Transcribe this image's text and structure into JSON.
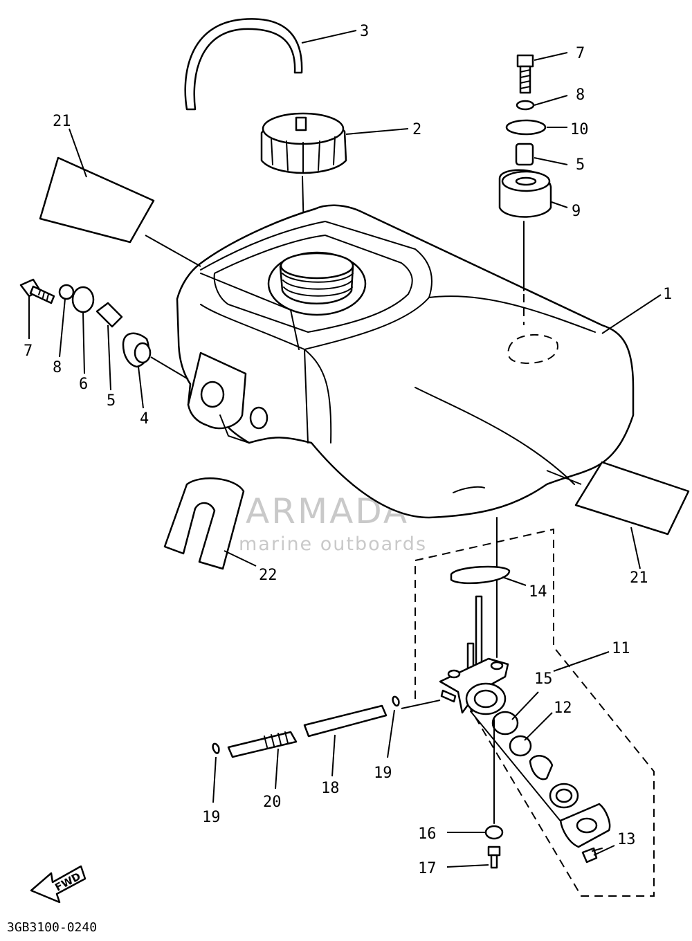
{
  "watermark": {
    "brand": "ARMADA",
    "tagline": "marine outboards",
    "logo_color": "#e7a6c4"
  },
  "direction_label": "FWD",
  "drawing_code": "3GB3100-0240",
  "callouts": {
    "c1": "1",
    "c2": "2",
    "c3": "3",
    "c4": "4",
    "c5a": "5",
    "c5b": "5",
    "c6": "6",
    "c7a": "7",
    "c7b": "7",
    "c8a": "8",
    "c8b": "8",
    "c9": "9",
    "c10": "10",
    "c11": "11",
    "c12": "12",
    "c13": "13",
    "c14": "14",
    "c15": "15",
    "c16": "16",
    "c17": "17",
    "c18": "18",
    "c19a": "19",
    "c19b": "19",
    "c20": "20",
    "c21a": "21",
    "c21b": "21",
    "c22": "22"
  }
}
